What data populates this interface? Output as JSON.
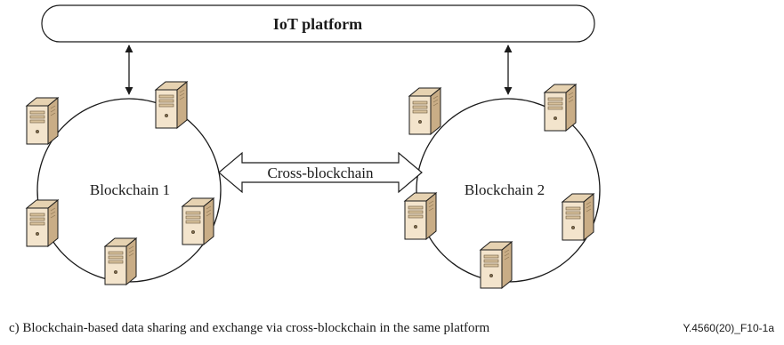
{
  "platform": {
    "label": "IoT platform"
  },
  "blockchains": [
    {
      "label": "Blockchain 1",
      "node_icon": "server-tower-icon"
    },
    {
      "label": "Blockchain 2",
      "node_icon": "server-tower-icon"
    }
  ],
  "link": {
    "label": "Cross-blockchain"
  },
  "caption": "c) Blockchain-based data sharing and exchange via cross-blockchain in the same platform",
  "figure_id": "Y.4560(20)_F10-1a",
  "colors": {
    "server_side": "#c9ad86",
    "server_front": "#f3e4cc",
    "server_top": "#e6d2b1",
    "outline": "#1a1a1a"
  }
}
